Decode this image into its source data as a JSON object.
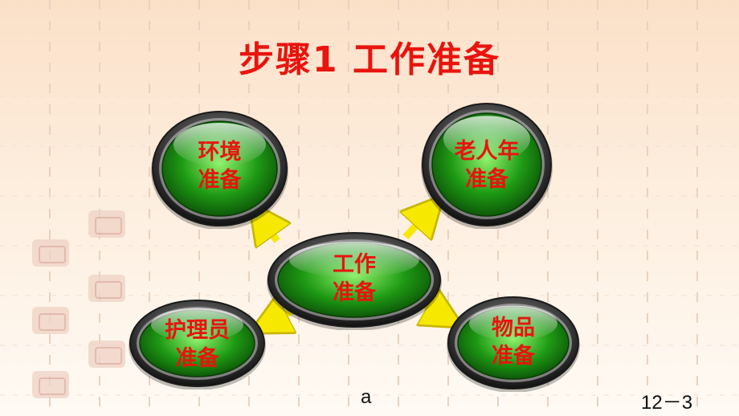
{
  "title": "步骤1  工作准备",
  "diagram": {
    "center": {
      "line1": "工作",
      "line2": "准备"
    },
    "nodes": [
      {
        "id": "environment",
        "line1": "环境",
        "line2": "准备"
      },
      {
        "id": "elderly",
        "line1": "老人年",
        "line2": "准备"
      },
      {
        "id": "caregiver",
        "line1": "护理员",
        "line2": "准备"
      },
      {
        "id": "items",
        "line1": "物品",
        "line2": "准备"
      }
    ]
  },
  "footer": {
    "left": "a",
    "right": "12－3"
  },
  "colors": {
    "title": "#e8140e",
    "button_green": "#1e9a14",
    "arrow": "#f6e800",
    "ring": "#3a3a3a"
  }
}
